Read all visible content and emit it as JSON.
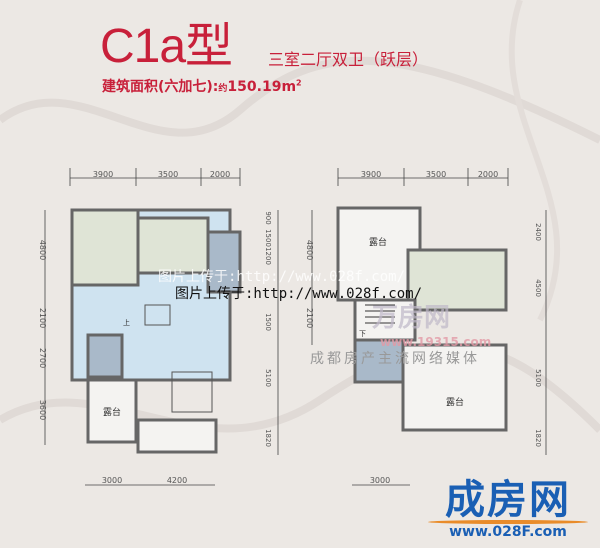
{
  "header": {
    "model": "C1a型",
    "layout": "三室二厅双卫（跃层）",
    "area_label": "建筑面积(六加七):",
    "area_approx": "约",
    "area_value": "150.19m",
    "area_unit_sup": "2"
  },
  "plan_lower": {
    "top_dims": [
      "3900",
      "3500",
      "2000"
    ],
    "left_dims": [
      "4800",
      "2100",
      "2700",
      "3600"
    ],
    "right_dims": [
      "900",
      "1500",
      "1200",
      "1500",
      "5100",
      "1820"
    ],
    "bottom_dims": [
      "3000",
      "4200"
    ],
    "terrace_label": "露台",
    "stair_label": "上"
  },
  "plan_upper": {
    "top_dims": [
      "3900",
      "3500",
      "2000"
    ],
    "left_dims": [
      "4800",
      "2100"
    ],
    "right_dims": [
      "2400",
      "4500",
      "5100",
      "1820"
    ],
    "bottom_dims": [
      "3000"
    ],
    "terrace_label_top": "露台",
    "terrace_label_bottom": "露台",
    "stair_label": "下"
  },
  "watermarks": {
    "upload_text": "图片上传于:http://www.028f.com/",
    "media_text": "成都房产主流网络媒体",
    "site_brand": "万房网",
    "site_url": "www.19315.com"
  },
  "logo": {
    "name": "成房网",
    "url": "www.028F.com",
    "color": "#1a5fb4",
    "accent": "#e98c2a"
  },
  "colors": {
    "title": "#c8203a",
    "living_area": "#cfe3f0",
    "bedroom": "#dfe4d6",
    "bath": "#a9b9c9"
  }
}
